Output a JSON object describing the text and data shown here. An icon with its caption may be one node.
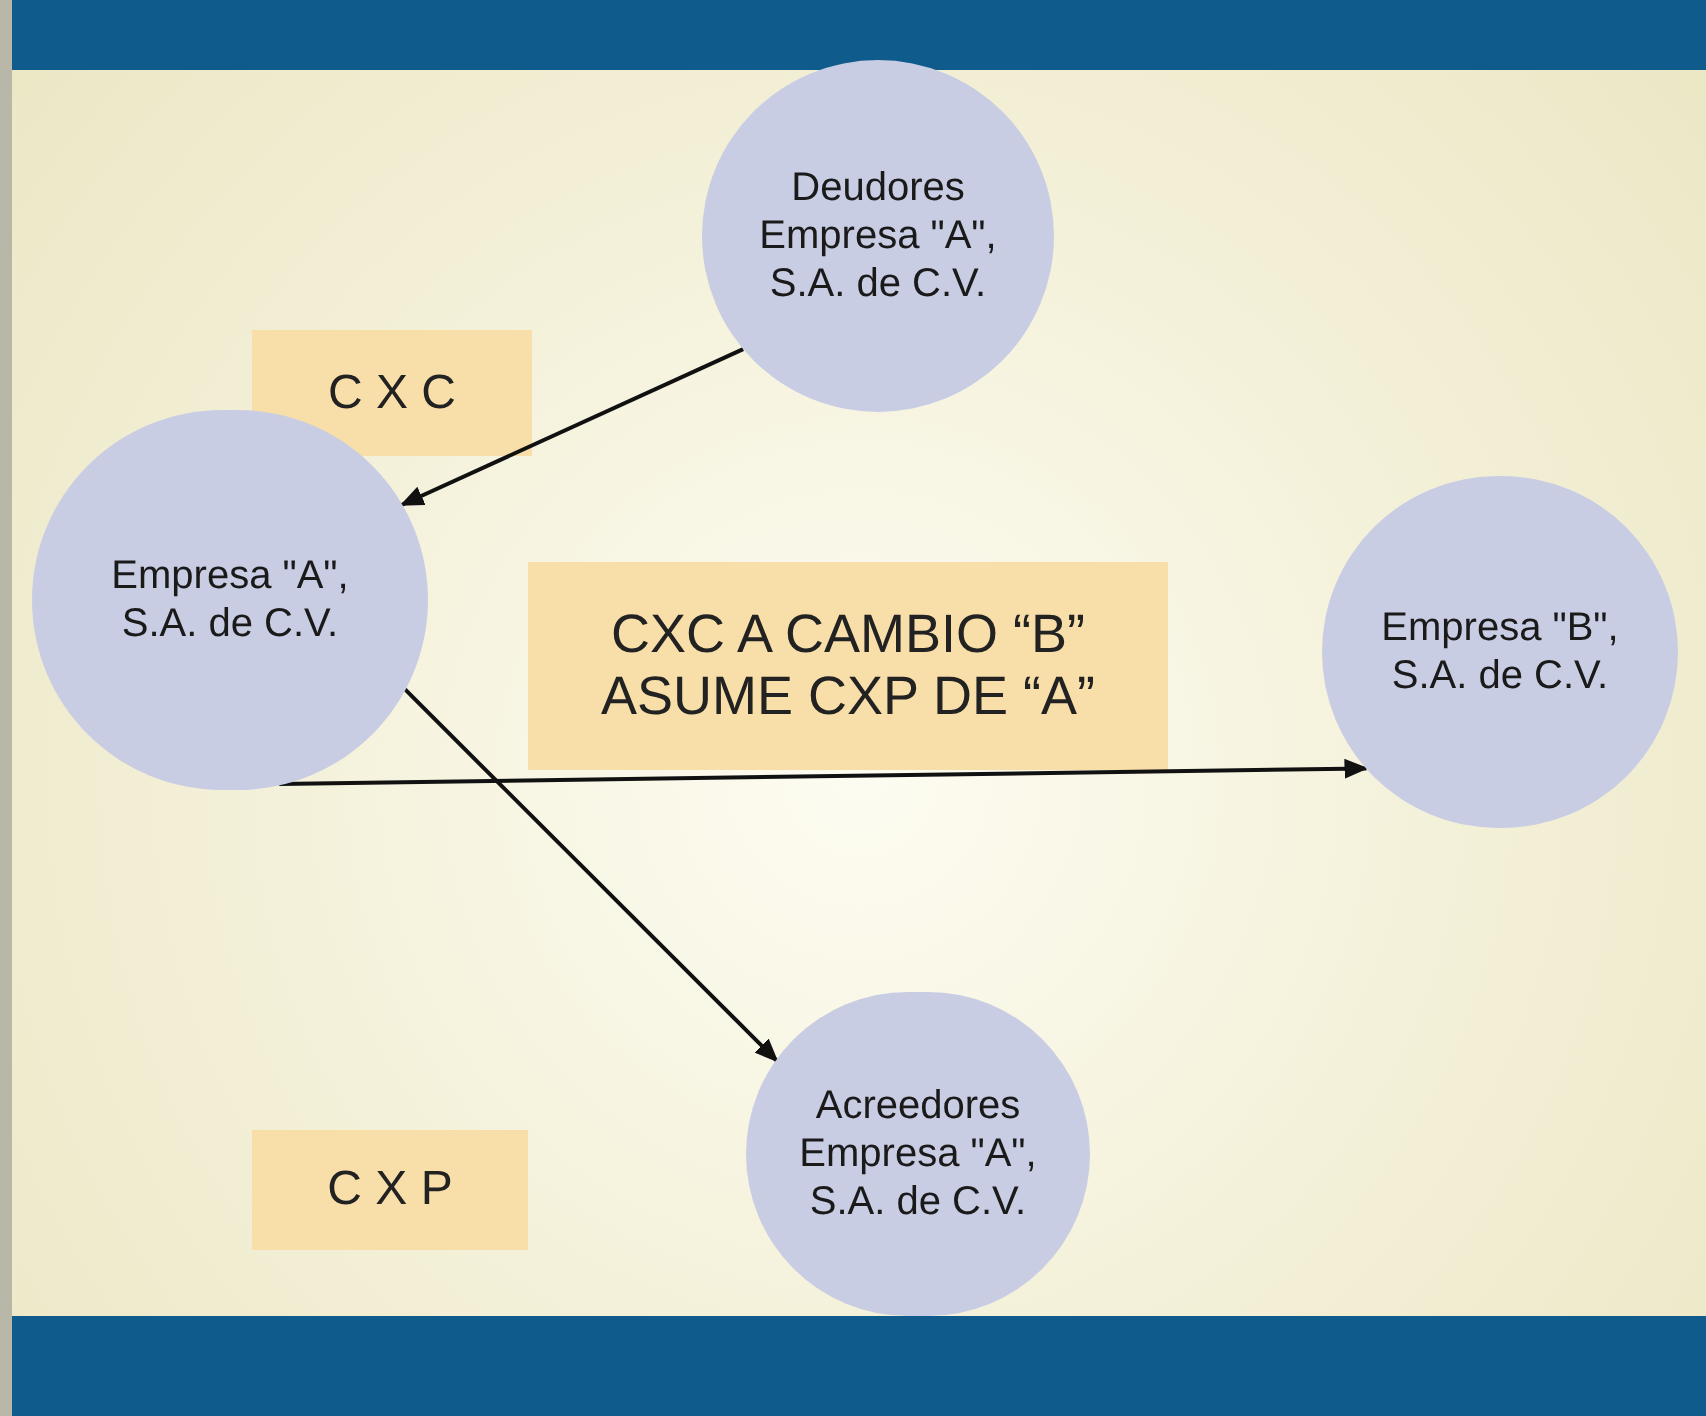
{
  "diagram": {
    "nodes": [
      {
        "text": [
          "Deudores Empresa \"A\", S.A. de C.V."
        ]
      },
      {
        "text": [
          "Empresa \"A\", S.A. de C.V."
        ]
      },
      {
        "text": [
          "Empresa \"B\", S.A. de C.V."
        ]
      },
      {
        "text": [
          "Acreedores Empresa \"A\", S.A. de C.V."
        ]
      }
    ],
    "edges": [
      {
        "from": 0,
        "to": 1,
        "arrow": "to"
      },
      {
        "from": 1,
        "to": 2,
        "arrow": "to",
        "label": "CXC A CAMBIO “B” ASUME CXP DE “A”"
      },
      {
        "from": 1,
        "to": 3,
        "arrow": "to"
      }
    ],
    "labels": [
      "C X C",
      "C X P"
    ]
  }
}
